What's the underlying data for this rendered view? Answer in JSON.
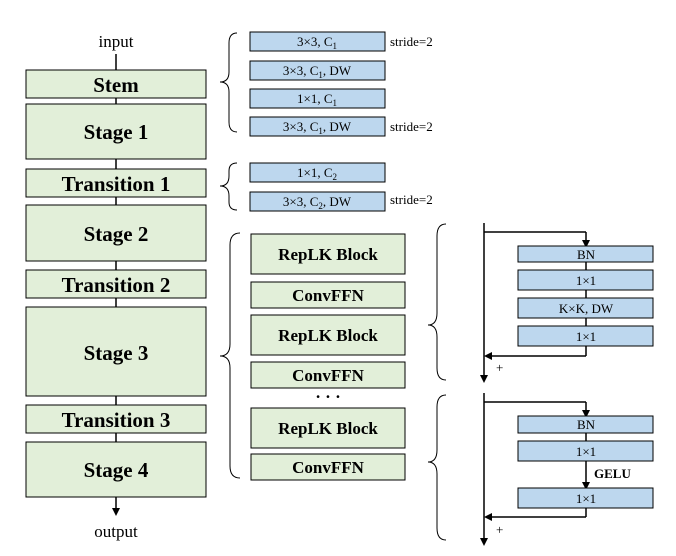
{
  "backbone": {
    "input": "input",
    "output": "output",
    "stages": [
      "Stem",
      "Stage 1",
      "Transition 1",
      "Stage 2",
      "Transition 2",
      "Stage 3",
      "Transition 3",
      "Stage 4"
    ]
  },
  "stem_detail": {
    "layers": [
      "3×3, C",
      "3×3, C, DW",
      "1×1, C",
      "3×3, C, DW"
    ],
    "subscript": "1",
    "stride": "stride=2"
  },
  "transition_detail": {
    "layers": [
      "1×1, C",
      "3×3, C, DW"
    ],
    "subscript": "2",
    "stride": "stride=2"
  },
  "stage_detail": {
    "blocks": [
      "RepLK Block",
      "ConvFFN",
      "RepLK Block",
      "ConvFFN",
      "RepLK Block",
      "ConvFFN"
    ],
    "ellipsis": "· · ·"
  },
  "replk_block": {
    "layers": [
      "BN",
      "1×1",
      "K×K, DW",
      "1×1"
    ],
    "plus": "+"
  },
  "convffn": {
    "layers": [
      "BN",
      "1×1",
      "1×1"
    ],
    "activation": "GELU",
    "plus": "+"
  }
}
